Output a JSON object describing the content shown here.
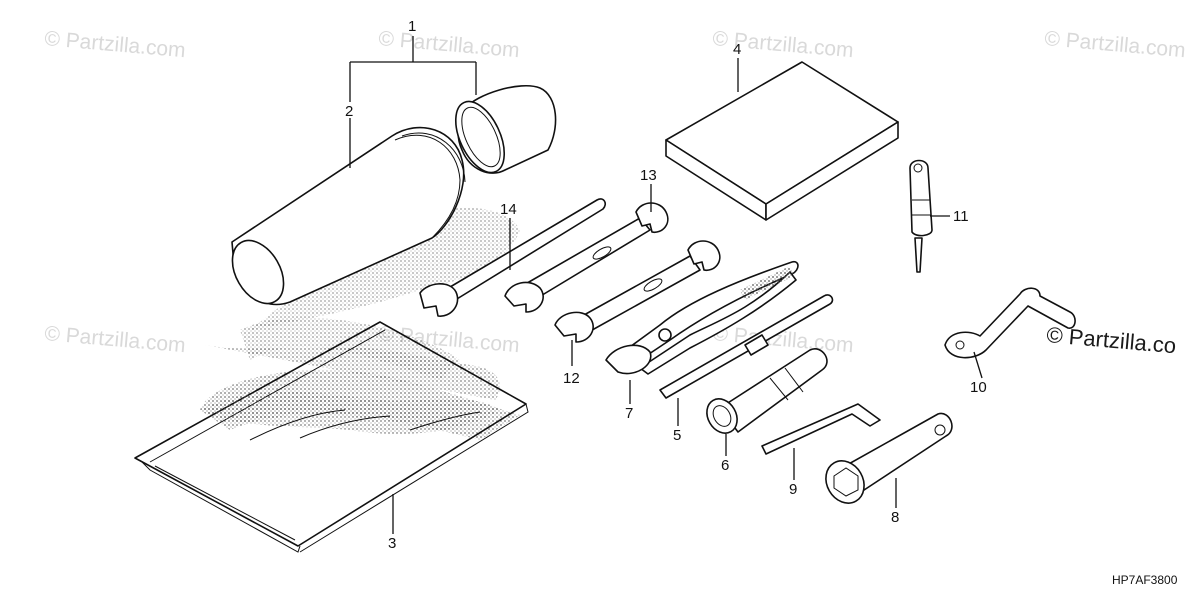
{
  "diagram": {
    "code": "HP7AF3800",
    "callouts": [
      "1",
      "2",
      "3",
      "4",
      "5",
      "6",
      "7",
      "8",
      "9",
      "10",
      "11",
      "12",
      "13",
      "14"
    ]
  },
  "watermarks": {
    "light": "© Partzilla.com",
    "dark": "© Partzilla.co"
  }
}
